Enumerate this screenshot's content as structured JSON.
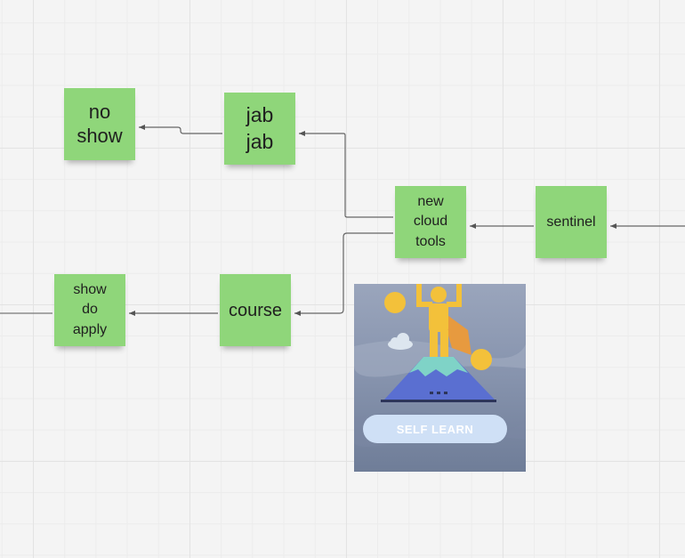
{
  "board": {
    "background": "#f4f4f4",
    "sticky_color": "#8fd67a",
    "connector_color": "#555555"
  },
  "nodes": {
    "no_show": "no\nshow",
    "jab_jab": "jab\njab",
    "new_cloud_tools": "new\ncloud\ntools",
    "sentinel": "sentinel",
    "show_do_apply": "show\ndo\napply",
    "course": "course"
  },
  "image_card": {
    "label": "SELF LEARN",
    "icons": [
      "sun-icon",
      "cloud-icon",
      "hero-icon",
      "cape-icon",
      "mountain-icon",
      "moon-icon"
    ]
  }
}
